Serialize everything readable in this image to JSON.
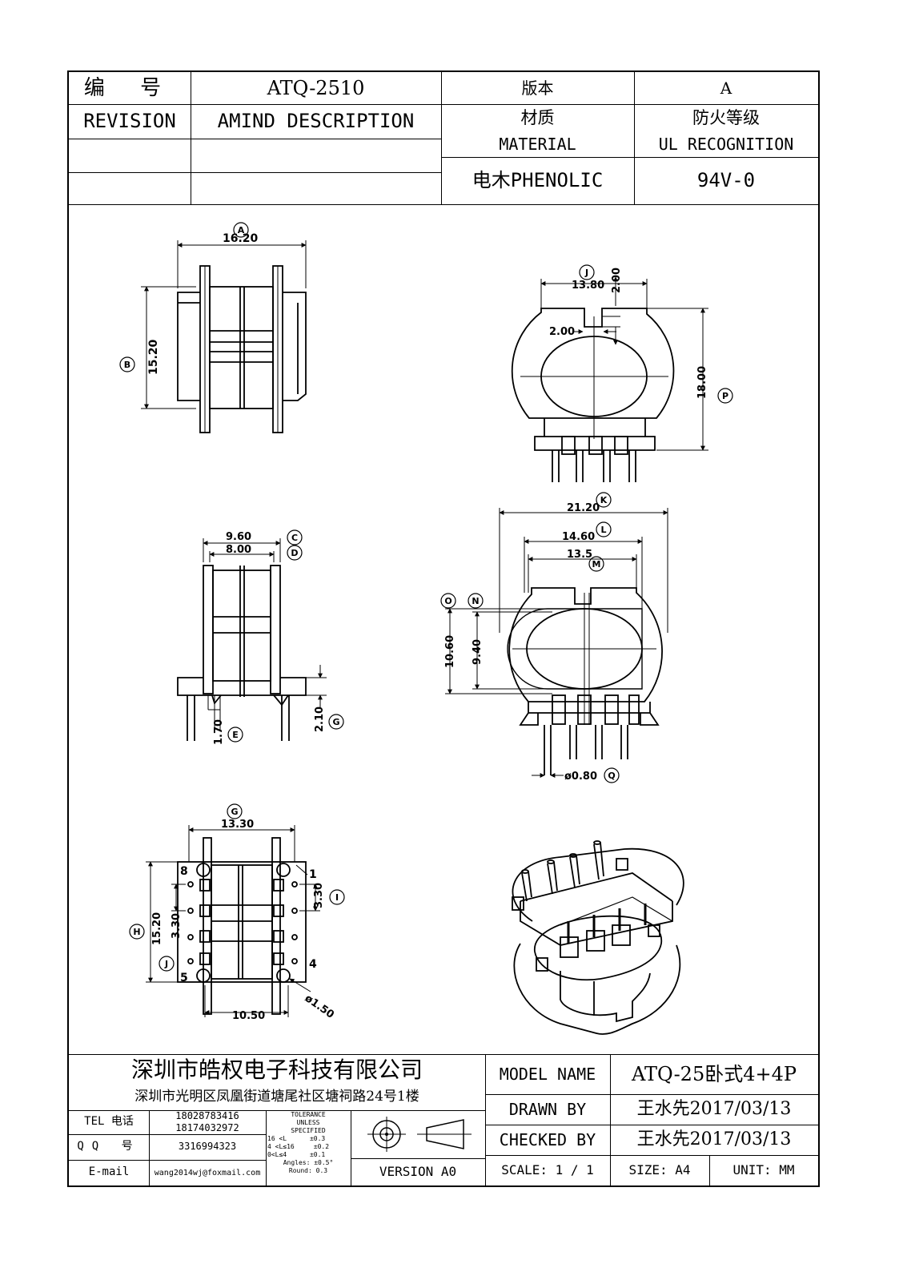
{
  "header": {
    "part_no_label": "编 号",
    "part_no": "ATQ-2510",
    "version_label": "版本",
    "version": "A",
    "revision_label": "REVISION",
    "amend_label": "AMIND DESCRIPTION",
    "material_label_cn": "材质",
    "material_label_en": "MATERIAL",
    "fire_label_cn": "防火等级",
    "fire_label_en": "UL RECOGNITION",
    "material": "电木PHENOLIC",
    "fire_rating": "94V-0"
  },
  "views": {
    "top_left": {
      "dim_a": "16.20",
      "dim_b": "15.20",
      "tag_a": "A",
      "tag_b": "B"
    },
    "top_right": {
      "dim_j": "13.80",
      "dim_slot_h": "2.00",
      "dim_slot_w": "2.00",
      "dim_p": "18.00",
      "tag_j": "J",
      "tag_p": "P"
    },
    "mid_left": {
      "dim_c": "9.60",
      "dim_d": "8.00",
      "dim_e": "1.70",
      "dim_g": "2.10",
      "tag_c": "C",
      "tag_d": "D",
      "tag_e": "E",
      "tag_g": "G"
    },
    "mid_right": {
      "dim_k": "21.20",
      "dim_l": "14.60",
      "dim_m": "13.5",
      "dim_o": "10.60",
      "dim_n": "9.40",
      "dim_q": "ø0.80",
      "tag_k": "K",
      "tag_l": "L",
      "tag_m": "M",
      "tag_o": "O",
      "tag_n": "N",
      "tag_q": "Q"
    },
    "bottom_left": {
      "dim_width": "13.30",
      "dim_h": "15.20",
      "dim_pitch_l": "3.30",
      "dim_pitch_r": "3.30",
      "dim_base": "10.50",
      "dim_hole": "ø1.50",
      "tag_g": "G",
      "tag_h": "H",
      "tag_i": "I",
      "tag_j": "J",
      "pin_8": "8",
      "pin_1": "1",
      "pin_5": "5",
      "pin_4": "4"
    }
  },
  "footer": {
    "company_name": "深圳市皓权电子科技有限公司",
    "company_address": "深圳市光明区凤凰街道塘尾社区塘祠路24号1楼",
    "tel_label": "TEL 电话",
    "tel_1": "18028783416",
    "tel_2": "18174032972",
    "qq_label": "QQ 号",
    "qq": "3316994323",
    "email_label": "E-mail",
    "email": "wang2014wj@foxmail.com",
    "tolerance_title_1": "TOLERANCE",
    "tolerance_title_2": "UNLESS",
    "tolerance_title_3": "SPECIFIED",
    "tol_1": "16 <L      ±0.3",
    "tol_2": "4 <L≤16     ±0.2",
    "tol_3": "0<L≤4      ±0.1",
    "tol_4": "Angles: ±0.5°",
    "tol_5": "Round: 0.3",
    "version_label": "VERSION A0",
    "model_label": "MODEL NAME",
    "model_value": "ATQ-25卧式4+4P",
    "drawn_label": "DRAWN BY",
    "drawn_value": "王水先2017/03/13",
    "checked_label": "CHECKED BY",
    "checked_value": "王水先2017/03/13",
    "scale_label": "SCALE: 1 / 1",
    "size_label": "SIZE: A4",
    "unit_label": "UNIT: MM"
  }
}
